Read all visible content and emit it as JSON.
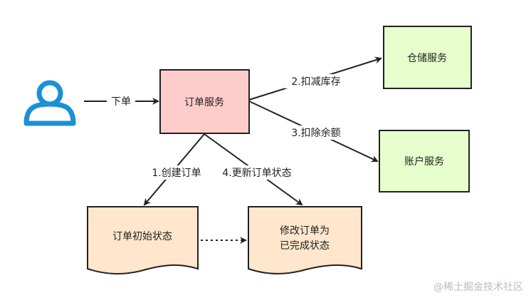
{
  "nodes": {
    "order_service": "订单服务",
    "warehouse_service": "仓储服务",
    "account_service": "账户服务",
    "order_init": "订单初始状态",
    "order_done_line1": "修改订单为",
    "order_done_line2": "已完成状态"
  },
  "edges": {
    "place_order": "下单",
    "deduct_stock": "2.扣减库存",
    "deduct_balance": "3.扣除余额",
    "create_order": "1.创建订单",
    "update_order": "4.更新订单状态"
  },
  "watermark": "@稀土掘金技术社区",
  "colors": {
    "order_fill": "#ffcccc",
    "service_fill": "#e6ffcc",
    "doc_fill": "#ffe6cc",
    "user_icon": "#1a90d8",
    "stroke": "#222222"
  },
  "icons": {
    "user": "user-icon"
  }
}
